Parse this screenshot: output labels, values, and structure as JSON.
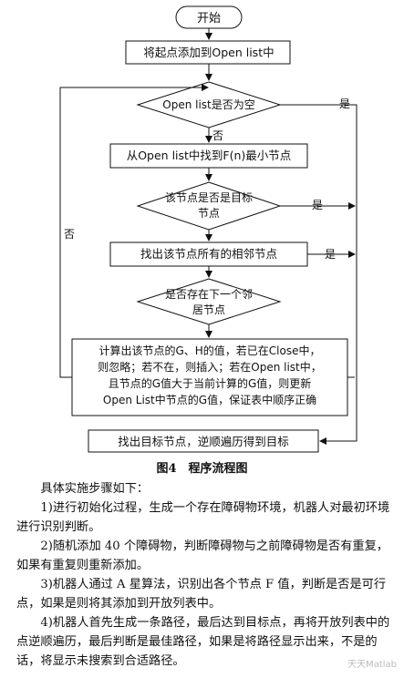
{
  "flowchart": {
    "start": "开始",
    "step_add_start": "将起点添加到Open list中",
    "decision_empty": "Open list是否为空",
    "step_find_min": "从Open list中找到F(n)最小节点",
    "decision_target_line1": "该节点是否是目标",
    "decision_target_line2": "节点",
    "step_find_neighbors": "找出该节点所有的相邻节点",
    "decision_next_line1": "是否存在下一个邻",
    "decision_next_line2": "居节点",
    "step_compute_lines": [
      "计算出该节点的G、H的值，若已在Close中，",
      "则忽略；若不在，则插入；若在Open list中，",
      "且节点的G值大于当前计算的G值，则更新",
      "Open List中节点的G值，保证表中顺序正确"
    ],
    "step_end": "找出目标节点，逆顺遍历得到目标",
    "label_yes": "是",
    "label_no": "否"
  },
  "caption": "图4　程序流程图",
  "paragraphs": [
    "具体实施步骤如下：",
    "1)进行初始化过程，生成一个存在障碍物环境，机器人对最初环境进行识别判断。",
    "2)随机添加 40 个障碍物，判断障碍物与之前障碍物是否有重复，如果有重复则重新添加。",
    "3)机器人通过 A 星算法，识别出各个节点 F 值，判断是否是可行点，如果是则将其添加到开放列表中。",
    "4)机器人首先生成一条路径，最后达到目标点，再将开放列表中的点逆顺遍历，最后判断是最佳路径，如果是将路径显示出来，不是的话，将显示未搜索到合适路径。"
  ],
  "watermark": "天天Matlab"
}
